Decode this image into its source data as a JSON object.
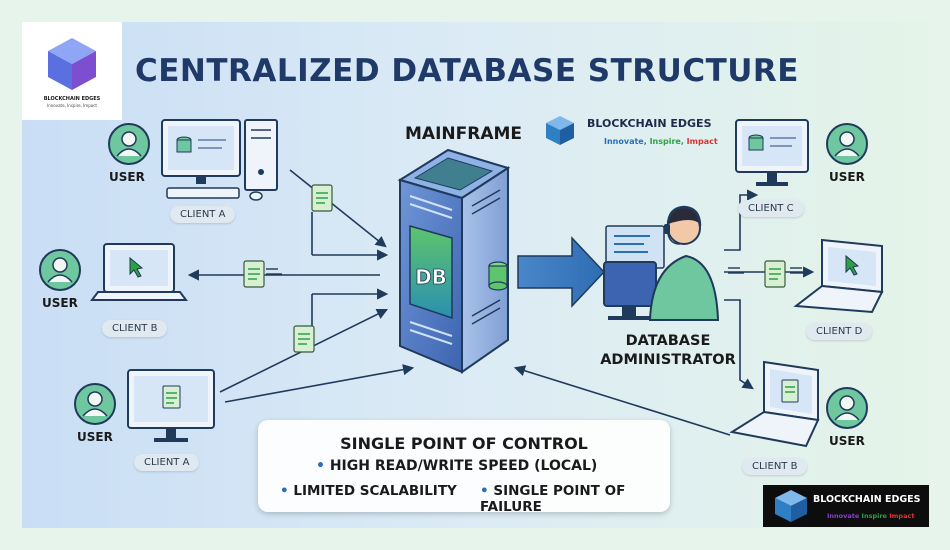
{
  "title": "CENTRALIZED DATABASE STRUCTURE",
  "logo": {
    "name": "BLOCKCHAIN EDGES",
    "tagline": "Innovate, Inspire, Impact"
  },
  "brand_badge": {
    "name": "BLOCKCHAIN EDGES",
    "tag_word1": "Innovate,",
    "tag_word2": "Inspire,",
    "tag_word3": "Impact"
  },
  "corner_logo": {
    "name": "BLOCKCHAIN EDGES",
    "tag_word1": "Innovate",
    "tag_word2": "Inspire",
    "tag_word3": "Impact"
  },
  "mainframe": {
    "label": "MAINFRAME",
    "server_text": "DB"
  },
  "admin": {
    "line1": "DATABASE",
    "line2": "ADMINISTRATOR"
  },
  "nodes": {
    "user_label": "USER",
    "client_a_top": "CLIENT A",
    "client_b_left": "CLIENT B",
    "client_a_bottom": "CLIENT A",
    "client_c": "CLIENT C",
    "client_d": "CLIENT D",
    "client_b_right": "CLIENT B"
  },
  "info": {
    "title": "SINGLE POINT OF CONTROL",
    "line1": "HIGH READ/WRITE SPEED (LOCAL)",
    "line2": "LIMITED SCALABILITY",
    "line3": "SINGLE POINT OF FAILURE",
    "bullet": "•"
  },
  "colors": {
    "title": "#1f3a68",
    "accent_blue": "#2b6fb5",
    "accent_green": "#2ea043",
    "background_left": "#cfe3f7",
    "background_right": "#e3f3ea"
  }
}
